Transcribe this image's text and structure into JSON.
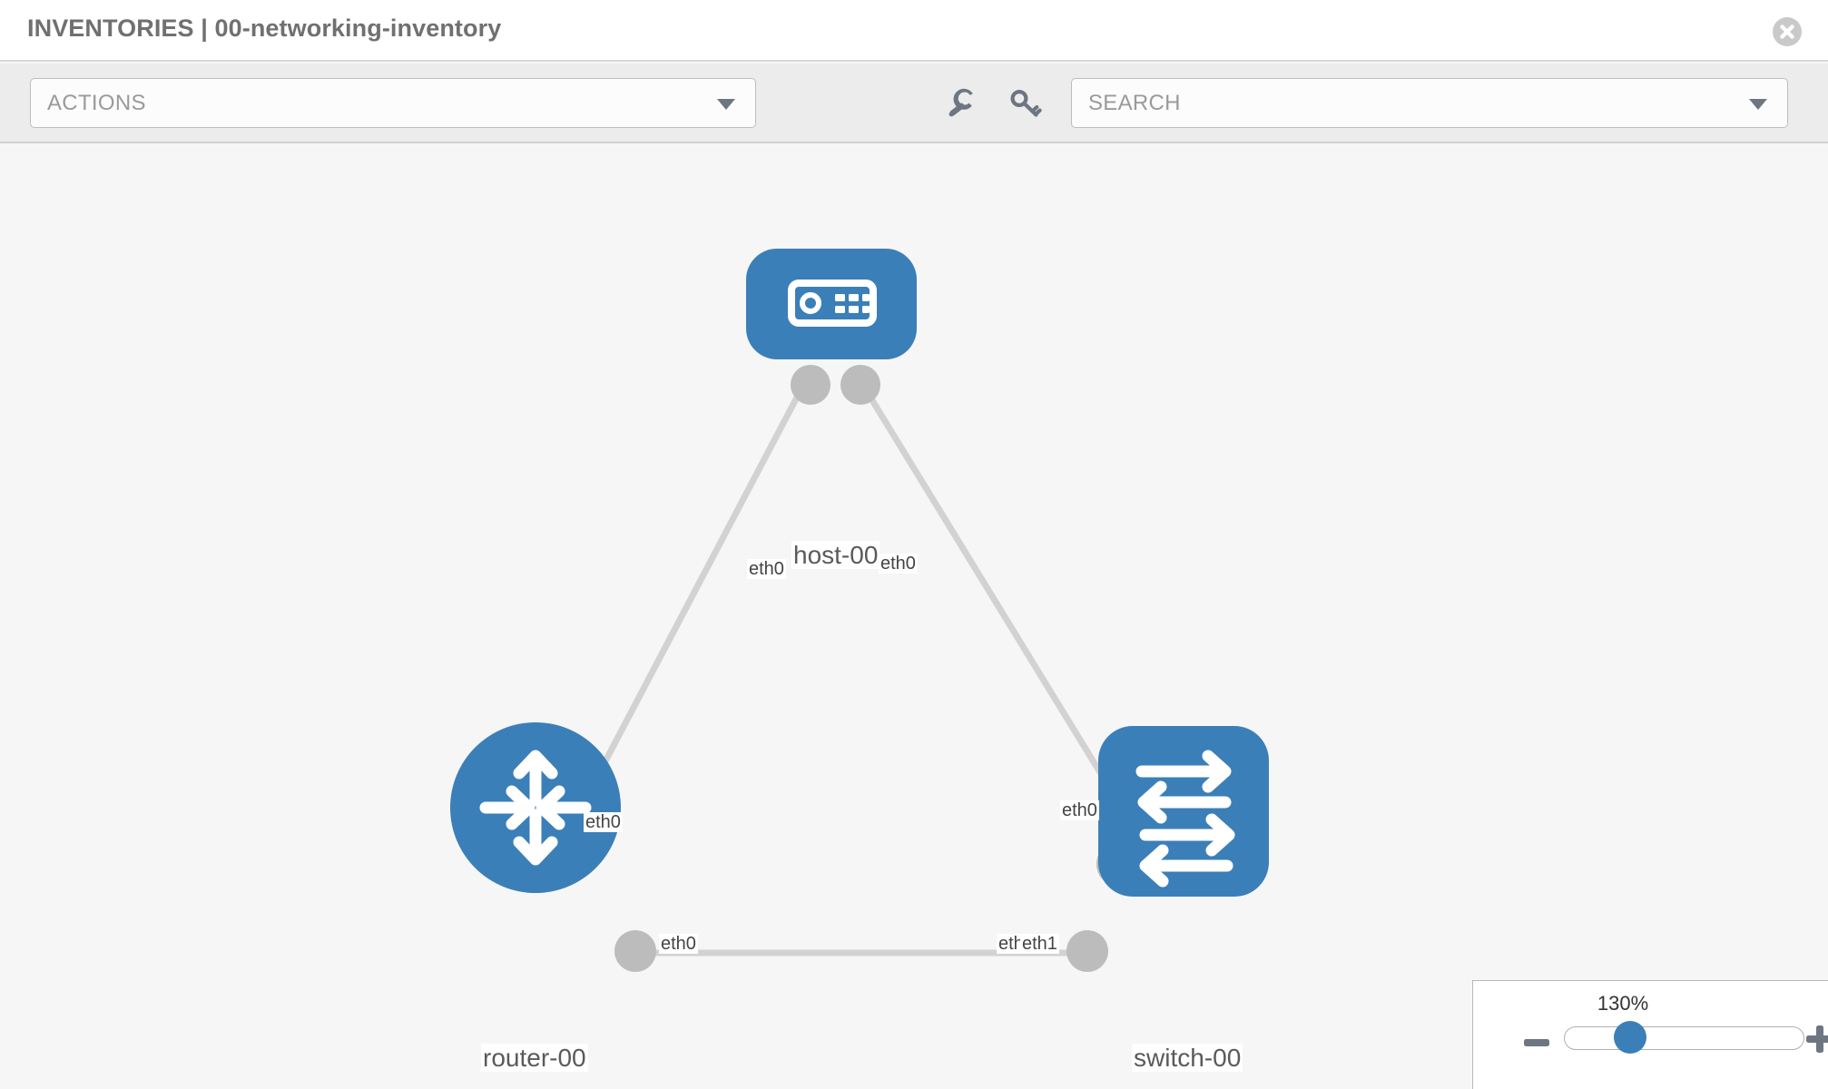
{
  "header": {
    "title": "INVENTORIES | 00-networking-inventory",
    "close_icon": "close-circle-icon"
  },
  "toolbar": {
    "actions_label": "ACTIONS",
    "actions_caret_icon": "chevron-down-icon",
    "wrench_icon": "wrench-icon",
    "key_icon": "key-icon",
    "search_placeholder": "SEARCH",
    "search_value": "SEARCH",
    "search_caret_icon": "chevron-down-icon"
  },
  "topology": {
    "accent_color": "#3b7fb8",
    "link_color": "#d0d0d0",
    "connector_color": "#bcbcbc",
    "canvas_bg": "#f6f6f6",
    "nodes": [
      {
        "id": "host-00",
        "label": "host-00",
        "type": "host",
        "icon": "server-icon",
        "shape": "rounded-rect"
      },
      {
        "id": "router-00",
        "label": "router-00",
        "type": "router",
        "icon": "router-arrows-icon",
        "shape": "circle"
      },
      {
        "id": "switch-00",
        "label": "switch-00",
        "type": "switch",
        "icon": "switch-arrows-icon",
        "shape": "rounded-square"
      }
    ],
    "links": [
      {
        "from": "host-00",
        "to": "router-00",
        "from_iface": "eth0",
        "to_iface": "eth0"
      },
      {
        "from": "host-00",
        "to": "switch-00",
        "from_iface": "eth0",
        "to_iface": "eth0"
      },
      {
        "from": "router-00",
        "to": "switch-00",
        "from_iface": "eth0",
        "to_iface": "eth1"
      }
    ],
    "interface_labels": {
      "host_left": "eth0",
      "host_right": "eth0",
      "router_up": "eth0",
      "switch_up": "eth0",
      "router_right": "eth0",
      "switch_left_under": "eth0",
      "switch_left": "eth1"
    }
  },
  "zoom": {
    "percent_label": "130%",
    "minus_icon": "minus-icon",
    "plus_icon": "plus-icon",
    "slider_name": "zoom-slider"
  }
}
